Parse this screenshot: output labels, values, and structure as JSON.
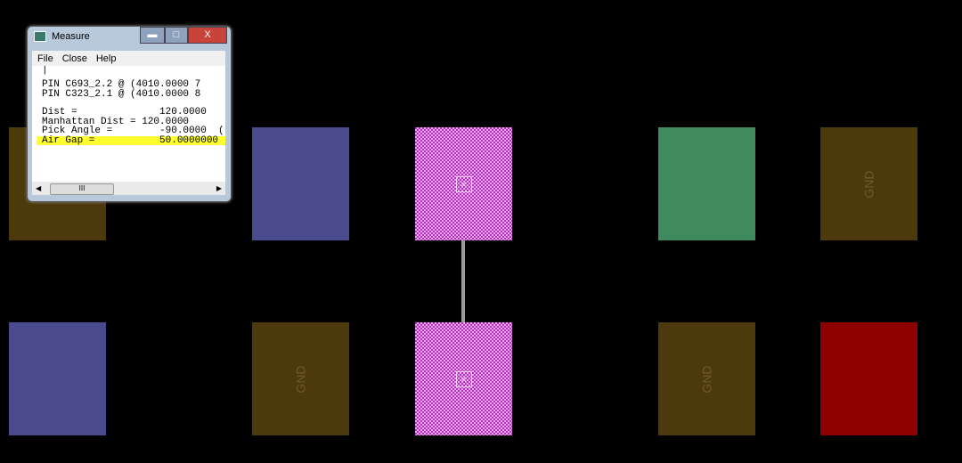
{
  "window": {
    "title": "Measure",
    "menu": [
      "File",
      "Close",
      "Help"
    ],
    "lines": [
      "PIN C693_2.2 @ (4010.0000 7",
      "PIN C323_2.1 @ (4010.0000 8",
      "",
      "Dist =              120.0000",
      "Manhattan Dist = 120.0000",
      "Pick Angle =        -90.0000  ("
    ],
    "air_gap": "Air Gap =           50.0000000",
    "buttons": {
      "minimize": "▬",
      "maximize": "□",
      "close": "X"
    },
    "scroll_thumb": "III"
  },
  "pads": {
    "gnd_label": "GND"
  },
  "colors": {
    "brown": "#4c3a0c",
    "blue": "#4a4a8e",
    "green": "#3f8b5e",
    "red": "#8e0000",
    "pink": "#c040c8"
  }
}
